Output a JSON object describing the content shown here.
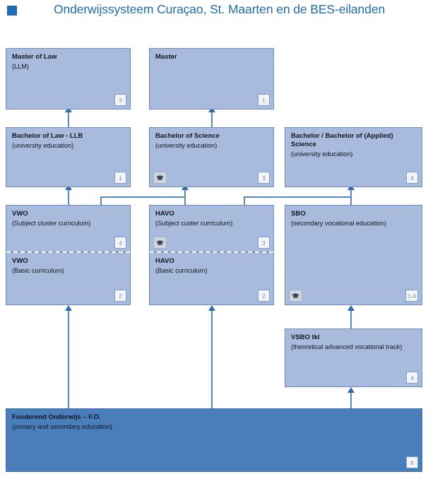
{
  "header": {
    "title": "Onderwijssysteem Curaçao, St. Maarten en de BES-eilanden",
    "bullet_icon": "square-bullet-icon",
    "accent_color": "#1f6cb0"
  },
  "legend": {
    "box_fill": "#a8bbdd",
    "box_fill_dark": "#4a7ebb",
    "connector_color": "#5b87c0",
    "badge_text_color": "#8a8f96"
  },
  "diagram": {
    "type": "education-system-flow",
    "nodes": [
      {
        "id": "master-of-law",
        "title": "Master of Law",
        "subtitle": "(LLM)",
        "subtitle2": "",
        "badge": "3",
        "has_cap_icon": false,
        "dark": false
      },
      {
        "id": "master",
        "title": "Master",
        "subtitle": "",
        "subtitle2": "",
        "badge": "1",
        "has_cap_icon": false,
        "dark": false
      },
      {
        "id": "bachelor-of-law-llb",
        "title": "Bachelor of Law - LLB",
        "subtitle": "(university education)",
        "subtitle2": "",
        "badge": "1",
        "has_cap_icon": false,
        "dark": false
      },
      {
        "id": "bachelor-of-science",
        "title": "Bachelor of Science",
        "subtitle": "(university education)",
        "subtitle2": "",
        "badge": "3",
        "has_cap_icon": true,
        "dark": false
      },
      {
        "id": "bachelor-applied-science",
        "title": "Bachelor / Bachelor of (Applied)",
        "title2": "Science",
        "subtitle": "(university education)",
        "subtitle2": "",
        "badge": "4",
        "has_cap_icon": false,
        "dark": false
      },
      {
        "id": "vwo-subject-cluster",
        "title": "VWO",
        "subtitle": "(Subject cluster curriculum)",
        "subtitle2": "",
        "badge": "4",
        "has_cap_icon": false,
        "dark": false
      },
      {
        "id": "havo-subject-cluster",
        "title": "HAVO",
        "subtitle": "(Subject custer curriculum)",
        "subtitle2": "",
        "badge": "3",
        "has_cap_icon": true,
        "dark": false
      },
      {
        "id": "sbo",
        "title": "SBO",
        "subtitle": "(secondary vocational education)",
        "subtitle2": "",
        "badge": "1-4",
        "has_cap_icon": true,
        "dark": false
      },
      {
        "id": "vwo-basic",
        "title": "VWO",
        "subtitle": "(Basic curriculum)",
        "subtitle2": "",
        "badge": "2",
        "has_cap_icon": false,
        "dark": false
      },
      {
        "id": "havo-basic",
        "title": "HAVO",
        "subtitle": "(Basic curriculum)",
        "subtitle2": "",
        "badge": "2",
        "has_cap_icon": false,
        "dark": false
      },
      {
        "id": "vsbo-tkl",
        "title": "VSBO tkl",
        "subtitle": "(theoretical advanced vocational track)",
        "subtitle2": "",
        "badge": "4",
        "has_cap_icon": false,
        "dark": false
      },
      {
        "id": "funderend-onderwijs",
        "title": "Funderend Onderwijs – F.O.",
        "subtitle": "(primary and secondary education)",
        "subtitle2": "",
        "badge": "8",
        "has_cap_icon": false,
        "dark": true
      }
    ]
  }
}
